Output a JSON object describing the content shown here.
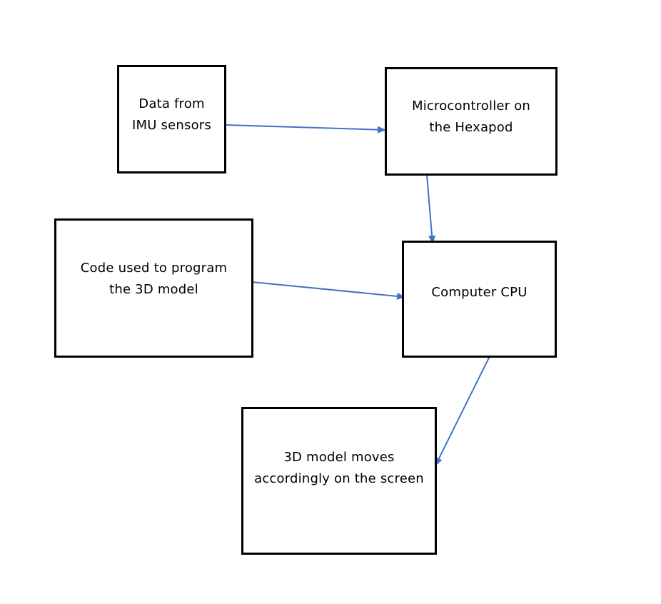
{
  "diagram": {
    "nodes": [
      {
        "id": "imu",
        "label": "Data from\nIMU sensors"
      },
      {
        "id": "micro",
        "label": "Microcontroller on\nthe Hexapod"
      },
      {
        "id": "code",
        "label": "Code used to program\nthe 3D model"
      },
      {
        "id": "cpu",
        "label": "Computer CPU"
      },
      {
        "id": "model",
        "label": "3D model moves\naccordingly on the screen"
      }
    ],
    "edges": [
      {
        "from": "imu",
        "to": "micro"
      },
      {
        "from": "micro",
        "to": "cpu"
      },
      {
        "from": "code",
        "to": "cpu"
      },
      {
        "from": "cpu",
        "to": "model"
      }
    ],
    "colors": {
      "arrow": "#4472C4",
      "border": "#000000",
      "text": "#000000",
      "background": "#FFFFFF"
    }
  }
}
